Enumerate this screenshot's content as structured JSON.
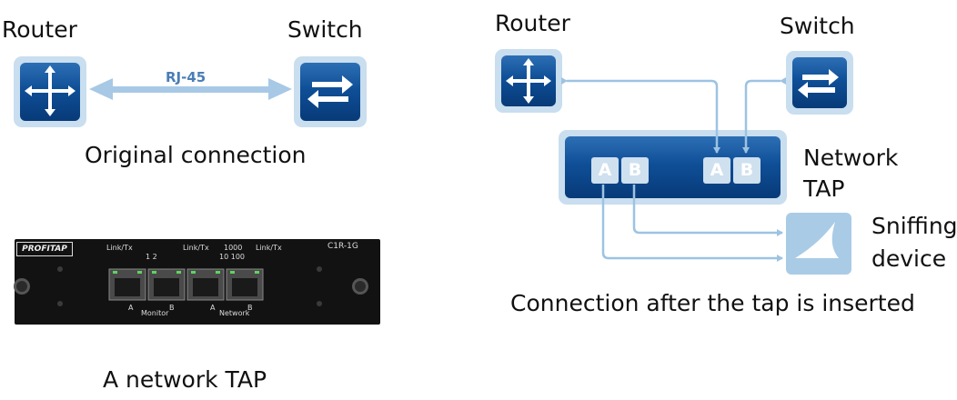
{
  "left": {
    "router_label": "Router",
    "switch_label": "Switch",
    "link_label": "RJ-45",
    "caption": "Original connection"
  },
  "tap_photo": {
    "brand": "PROFITAP",
    "model": "C1R-1G",
    "port_labels": [
      "Link/Tx",
      "1  2",
      "Link/Tx",
      "1000",
      "10  100",
      "Link/Tx"
    ],
    "group_labels": [
      "A",
      "Monitor",
      "B",
      "A",
      "Network",
      "B"
    ],
    "caption": "A network TAP"
  },
  "right": {
    "router_label": "Router",
    "switch_label": "Switch",
    "tap_label_line1": "Network",
    "tap_label_line2": "TAP",
    "sniffer_label_line1": "Sniffing",
    "sniffer_label_line2": "device",
    "ports": [
      "A",
      "B",
      "A",
      "B"
    ],
    "caption": "Connection after the tap is inserted"
  },
  "colors": {
    "device_blue": "#0f4f97",
    "link_blue": "#9dc3e2"
  }
}
